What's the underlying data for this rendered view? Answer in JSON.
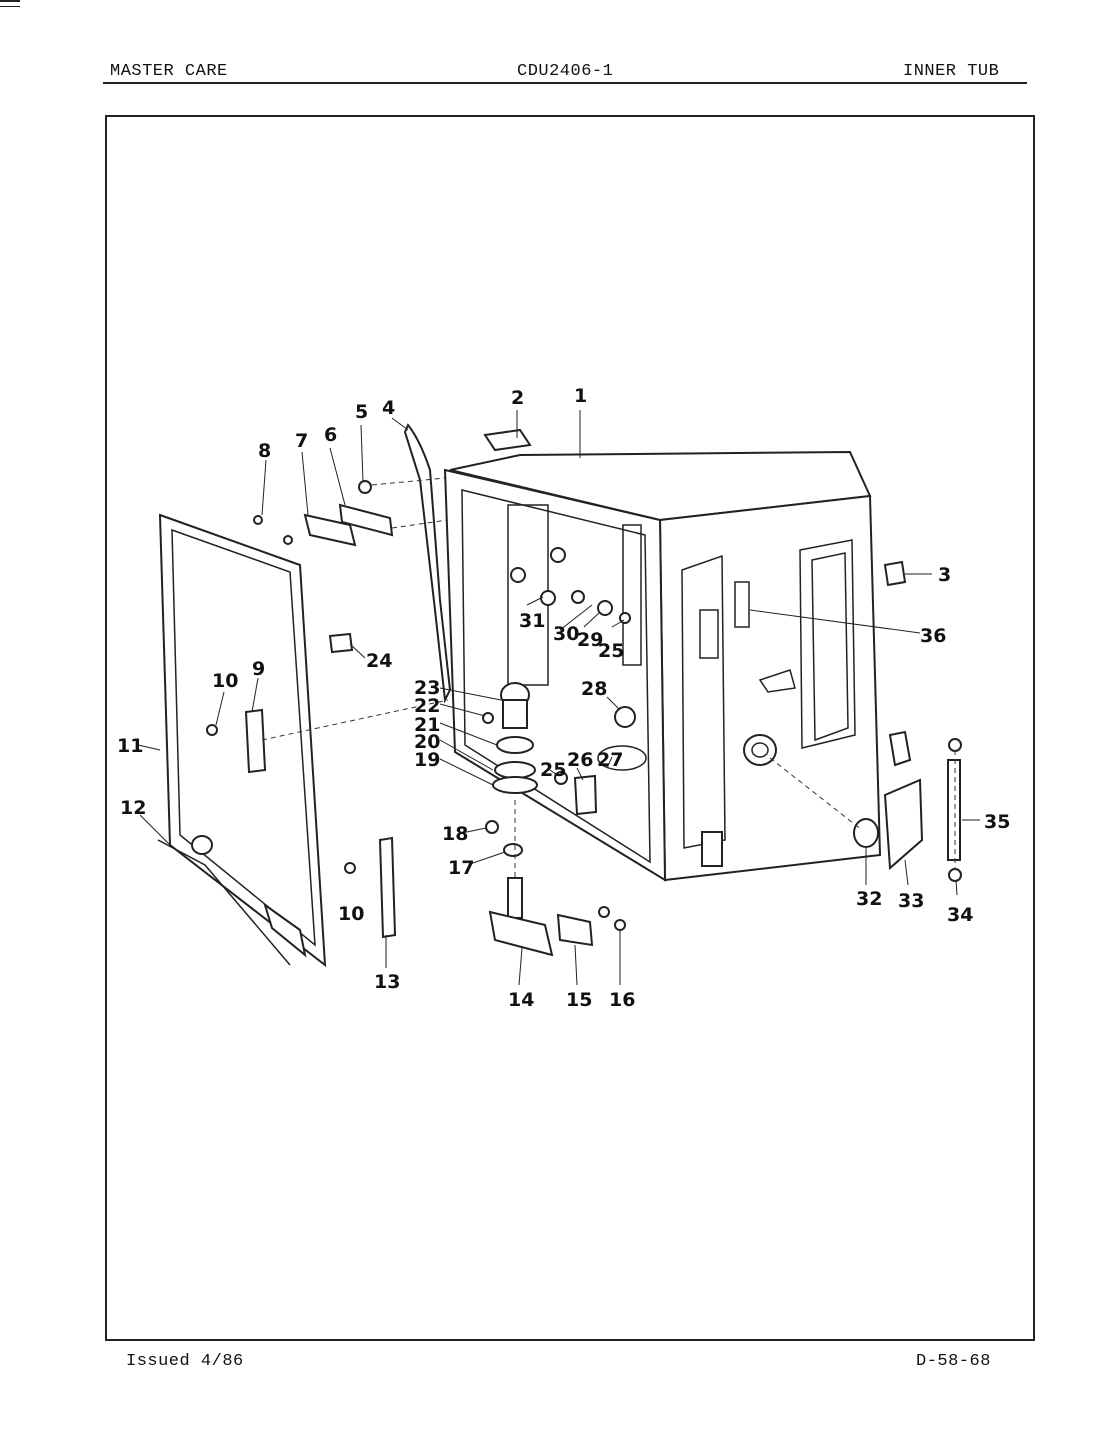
{
  "header": {
    "left": "MASTER CARE",
    "center": "CDU2406-1",
    "right": "INNER TUB"
  },
  "footer": {
    "issued": "Issued 4/86",
    "code": "D-58-68"
  },
  "callouts": [
    "1",
    "2",
    "3",
    "4",
    "5",
    "6",
    "7",
    "8",
    "9",
    "10",
    "10",
    "11",
    "12",
    "13",
    "14",
    "15",
    "16",
    "17",
    "18",
    "19",
    "20",
    "21",
    "22",
    "23",
    "24",
    "25",
    "25",
    "26",
    "27",
    "28",
    "29",
    "30",
    "31",
    "32",
    "33",
    "34",
    "35",
    "36"
  ]
}
